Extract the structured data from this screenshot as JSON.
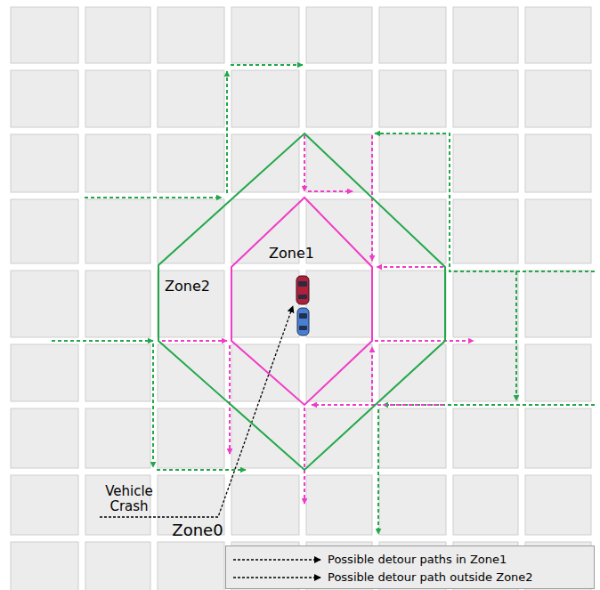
{
  "diagram": {
    "nodes": [
      {
        "text": [
          "Zone2"
        ]
      },
      {
        "text": [
          "Zone1"
        ],
        "in": 0
      }
    ],
    "labels": [
      "Vehicle Crash",
      "Zone0"
    ],
    "legend": [
      {
        "text": "Possible detour paths in Zone1"
      },
      {
        "text": "Possible detour path outside Zone2"
      }
    ]
  }
}
